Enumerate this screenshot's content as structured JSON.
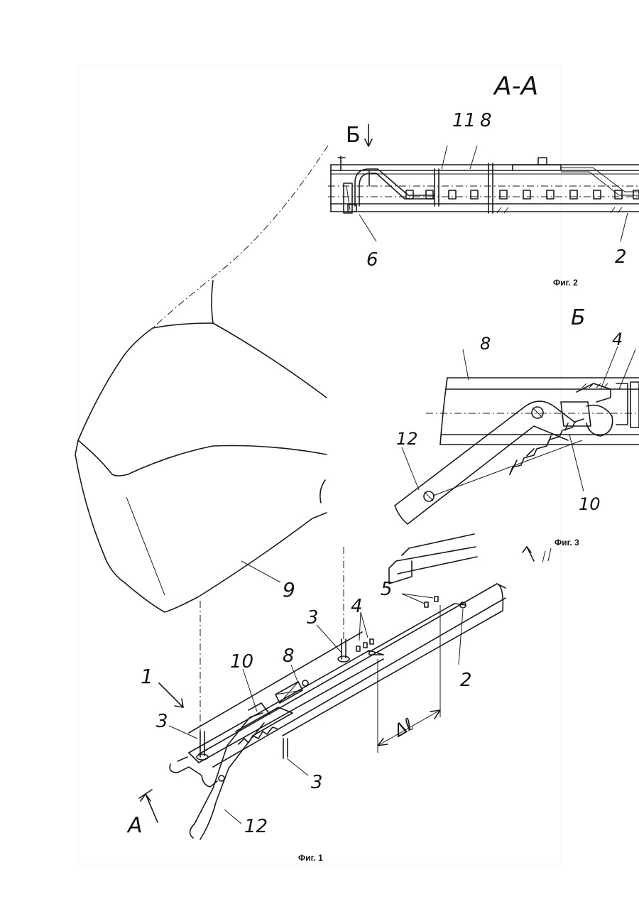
{
  "fig1": {
    "caption": "Фиг. 1",
    "labels": {
      "l1": "1",
      "l2": "2",
      "l3a": "3",
      "l3b": "3",
      "l3c": "3",
      "l4": "4",
      "l5": "5",
      "l8": "8",
      "l9": "9",
      "l10": "10",
      "l12": "12",
      "dim": "Δℓ",
      "sectionA": "A"
    }
  },
  "fig2": {
    "caption": "Фиг. 2",
    "title": "A-A",
    "labels": {
      "lB": "Б",
      "l11": "11",
      "l8": "8",
      "l6": "6",
      "l2": "2"
    }
  },
  "fig3": {
    "caption": "Фиг. 3",
    "title": "Б",
    "labels": {
      "l8": "8",
      "l4": "4",
      "l12": "12",
      "l10": "10"
    }
  },
  "colors": {
    "ink": "#1a1a1a",
    "paper": "#ffffff",
    "frame": "#e8e8e8"
  }
}
